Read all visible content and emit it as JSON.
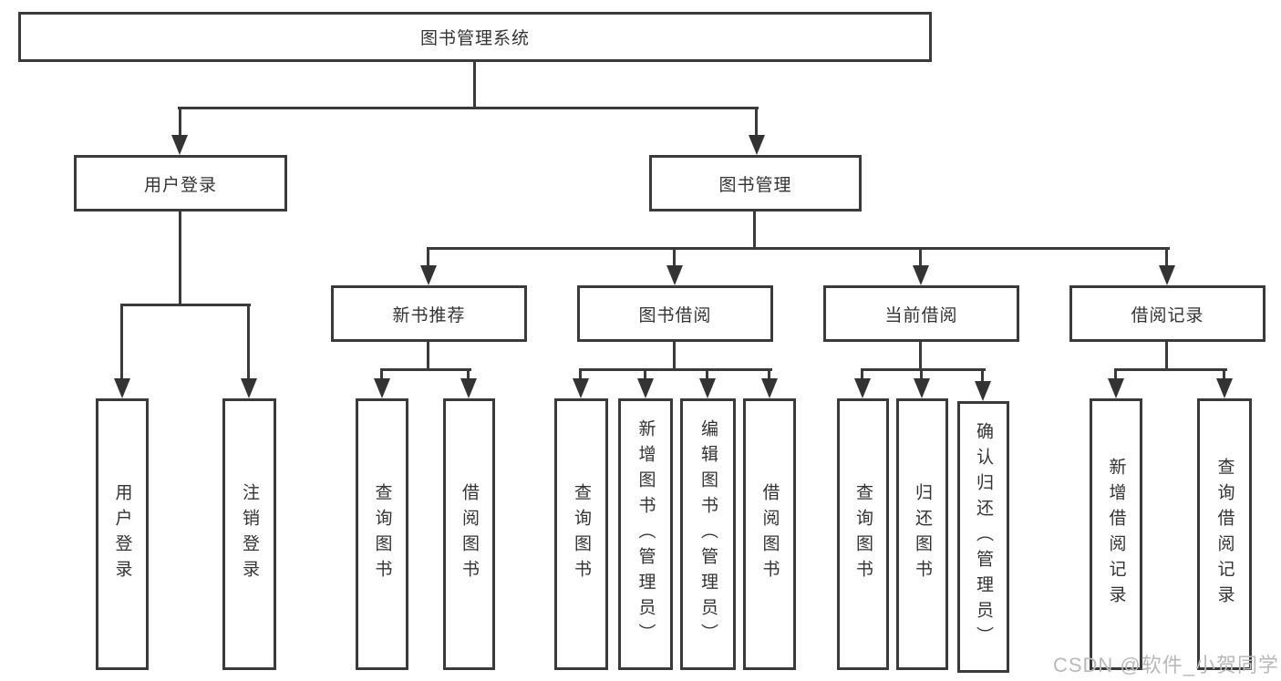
{
  "diagram": {
    "title": "图书管理系统",
    "branches": [
      {
        "label": "用户登录",
        "children": [
          "用户登录",
          "注销登录"
        ]
      },
      {
        "label": "图书管理",
        "sections": [
          {
            "label": "新书推荐",
            "children": [
              "查询图书",
              "借阅图书"
            ]
          },
          {
            "label": "图书借阅",
            "children": [
              "查询图书",
              "新增图书（管理员）",
              "编辑图书（管理员）",
              "借阅图书"
            ]
          },
          {
            "label": "当前借阅",
            "children": [
              "查询图书",
              "归还图书",
              "确认归还（管理员）"
            ]
          },
          {
            "label": "借阅记录",
            "children": [
              "新增借阅记录",
              "查询借阅记录"
            ]
          }
        ]
      }
    ]
  },
  "watermark": "CSDN @软件_小贺同学",
  "colors": {
    "line": "#3a3a3a",
    "text": "#333333",
    "watermark": "#b9b9b9",
    "background": "#ffffff"
  }
}
